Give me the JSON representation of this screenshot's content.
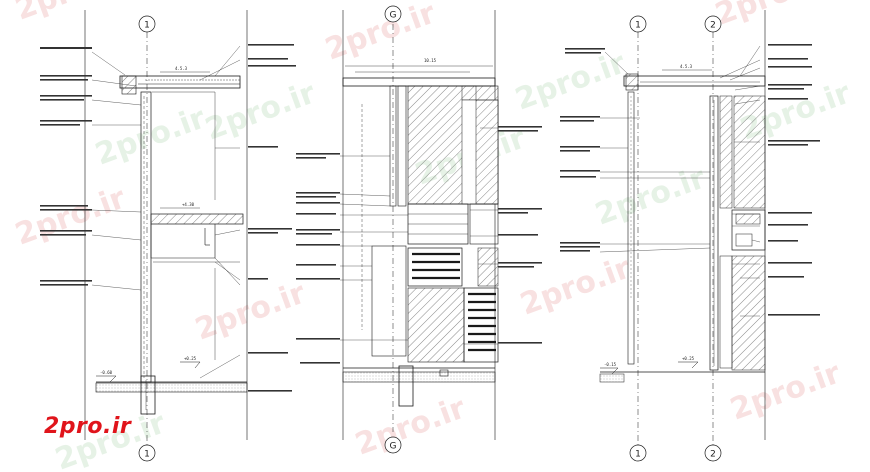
{
  "brand": {
    "logo_text": "2pro.ir",
    "watermark_text": "2pro.ir"
  },
  "grid_bubbles": {
    "left_col": "1",
    "middle_col": "G",
    "right_col_a": "1",
    "right_col_b": "2"
  },
  "dimensions": {
    "left_top": "4.5.3",
    "left_mid_level": "+4.30",
    "left_low_level": "+0.25",
    "left_base": "-0.60",
    "middle_top": "10.15",
    "right_top": "4.5.3",
    "right_low_level": "+0.25",
    "right_base": "-0.15"
  },
  "colors": {
    "logo_red": "#e0141b",
    "line": "#1a1a1a",
    "hatch": "#555555"
  }
}
